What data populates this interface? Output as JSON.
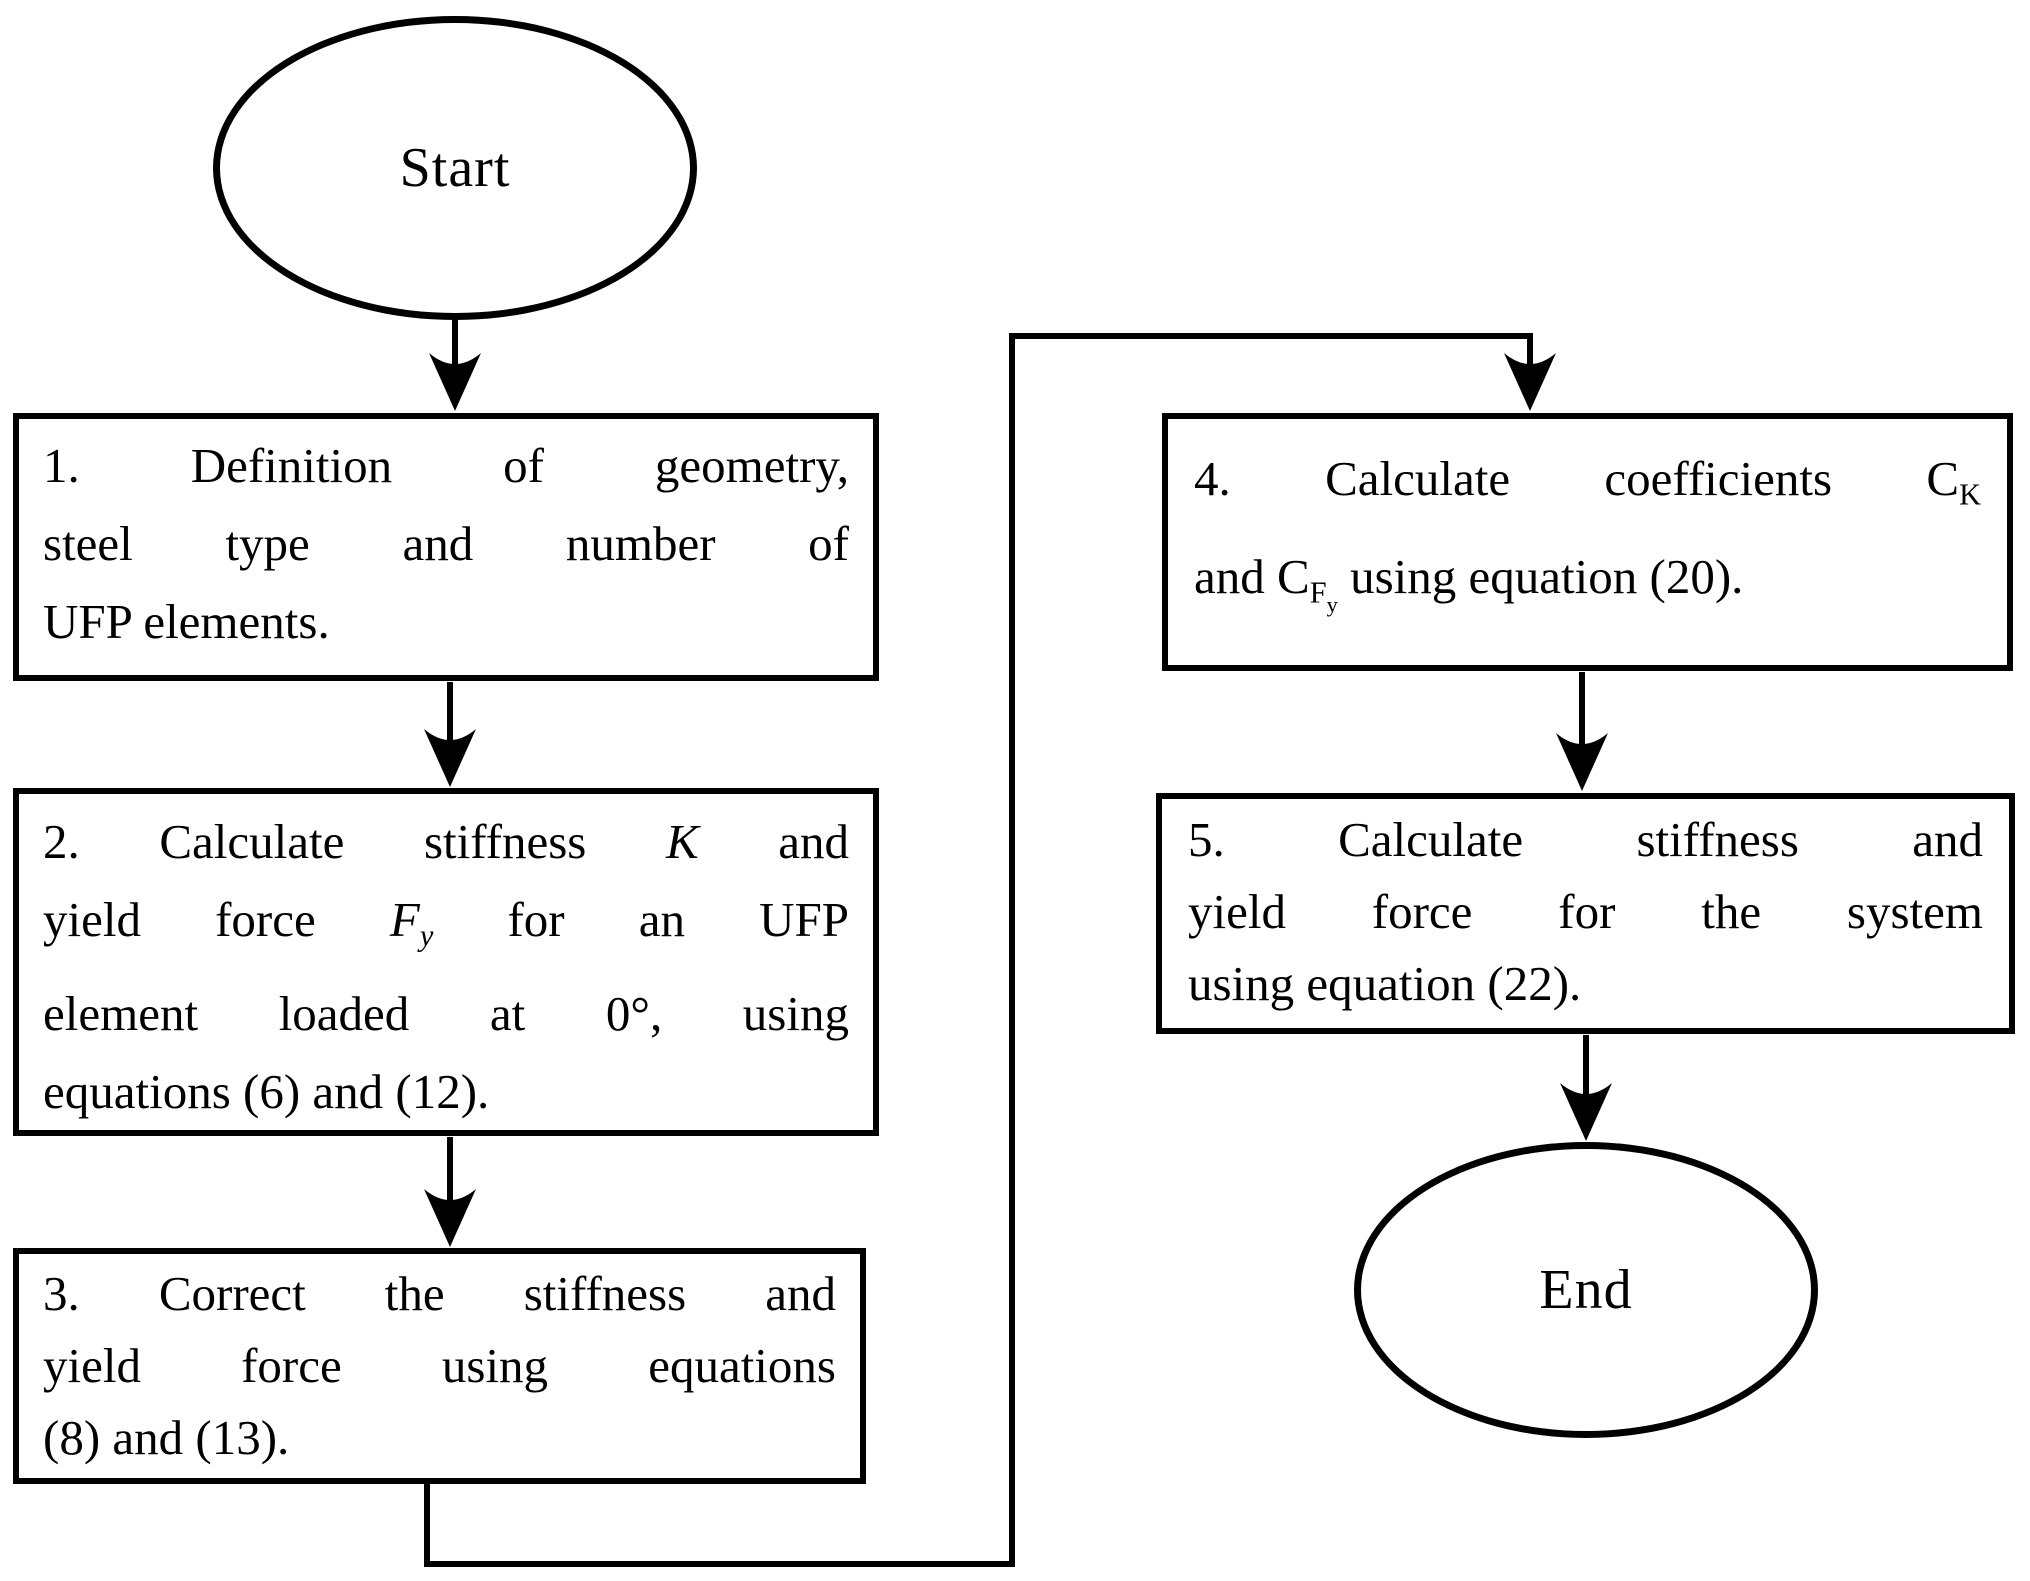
{
  "figure": {
    "colors": {
      "background": "#ffffff",
      "stroke": "#000000",
      "text": "#000000"
    },
    "nodes": {
      "start": {
        "type": "terminator",
        "label": "Start"
      },
      "step1": {
        "type": "process",
        "lines": [
          [
            {
              "t": "1. Definition of geometry,"
            }
          ],
          [
            {
              "t": "steel type and number of"
            }
          ],
          [
            {
              "t": "UFP elements."
            }
          ]
        ]
      },
      "step2": {
        "type": "process",
        "lines": [
          [
            {
              "t": "2. Calculate stiffness "
            },
            {
              "t": "K",
              "s": "i"
            },
            {
              "t": " and"
            }
          ],
          [
            {
              "t": "yield force "
            },
            {
              "t": "F",
              "s": "i"
            },
            {
              "t": "y",
              "s": "i sub"
            },
            {
              "t": " for an UFP"
            }
          ],
          [
            {
              "t": "element loaded at 0°, using"
            }
          ],
          [
            {
              "t": "equations (6) and (12)."
            }
          ]
        ]
      },
      "step3": {
        "type": "process",
        "lines": [
          [
            {
              "t": "3. Correct the stiffness and"
            }
          ],
          [
            {
              "t": "yield force using equations"
            }
          ],
          [
            {
              "t": "(8) and (13)."
            }
          ]
        ]
      },
      "step4": {
        "type": "process",
        "lines": [
          [
            {
              "t": "4. Calculate coefficients "
            },
            {
              "t": "C"
            },
            {
              "t": "K",
              "s": "sub"
            }
          ],
          [
            {
              "t": "and "
            },
            {
              "t": "C"
            },
            {
              "t": "F",
              "s": "sub"
            },
            {
              "t": "y",
              "s": "subsub"
            },
            {
              "t": " using equation (20)."
            }
          ]
        ]
      },
      "step5": {
        "type": "process",
        "lines": [
          [
            {
              "t": "5. Calculate stiffness and"
            }
          ],
          [
            {
              "t": "yield force for the system"
            }
          ],
          [
            {
              "t": "using equation (22)."
            }
          ]
        ]
      },
      "end": {
        "type": "terminator",
        "label": "End"
      }
    },
    "edges": [
      {
        "from": "start",
        "to": "step1"
      },
      {
        "from": "step1",
        "to": "step2"
      },
      {
        "from": "step2",
        "to": "step3"
      },
      {
        "from": "step3",
        "to": "step4"
      },
      {
        "from": "step4",
        "to": "step5"
      },
      {
        "from": "step5",
        "to": "end"
      }
    ]
  }
}
